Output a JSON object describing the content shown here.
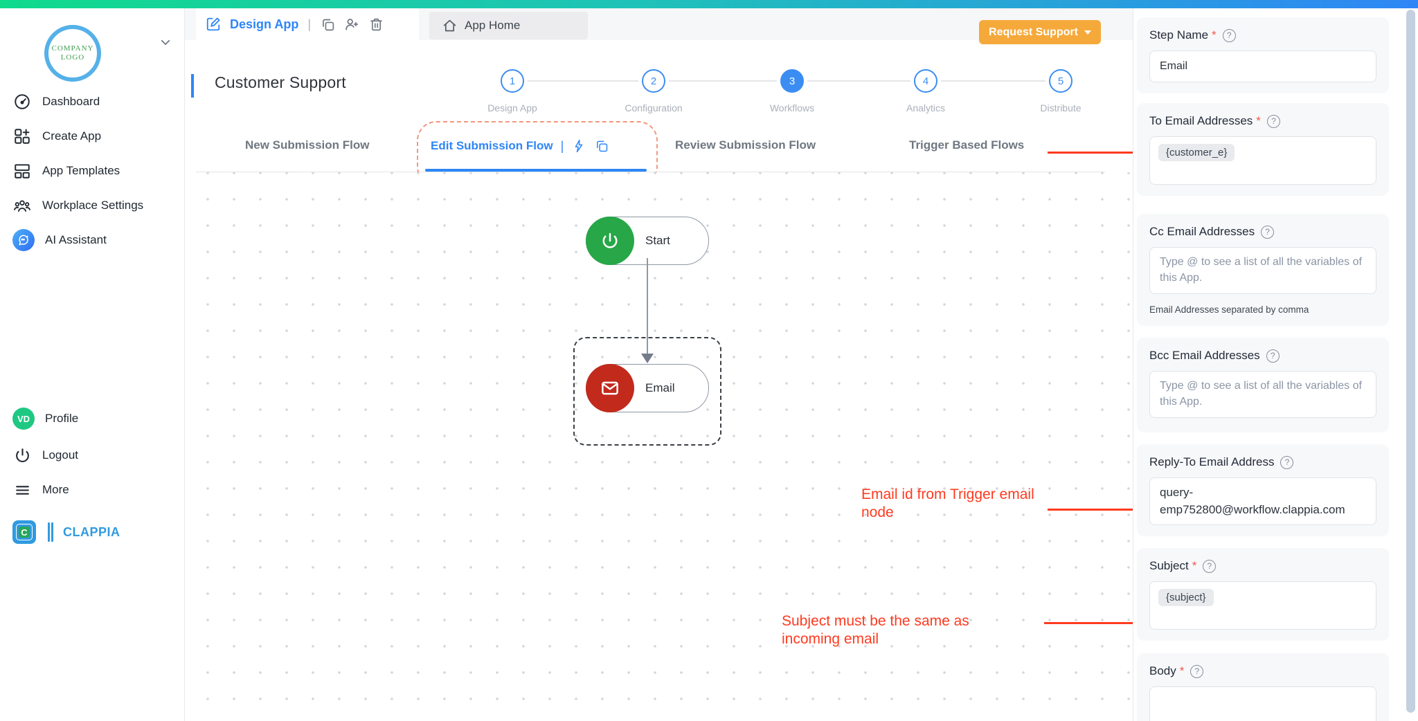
{
  "colors": {
    "accent": "#2e86f7",
    "annotation": "#ff3a1f",
    "request_btn": "#f5a93a",
    "start_green": "#27a747",
    "email_red": "#c22a1c"
  },
  "sidebar": {
    "logo_line1": "COMPANY",
    "logo_line2": "LOGO",
    "items": [
      {
        "label": "Dashboard",
        "icon": "dashboard-gauge-icon"
      },
      {
        "label": "Create App",
        "icon": "create-app-icon"
      },
      {
        "label": "App Templates",
        "icon": "app-templates-icon"
      },
      {
        "label": "Workplace Settings",
        "icon": "workplace-settings-icon"
      },
      {
        "label": "AI Assistant",
        "icon": "ai-assistant-icon"
      }
    ],
    "profile": {
      "avatar_initials": "VD",
      "label": "Profile"
    },
    "logout_label": "Logout",
    "more_label": "More",
    "brand_name": "CLAPPIA"
  },
  "toolbar": {
    "design_app_label": "Design App",
    "app_home_label": "App Home",
    "request_support_label": "Request Support"
  },
  "header": {
    "title": "Customer Support",
    "steps": [
      {
        "num": "1",
        "label": "Design App"
      },
      {
        "num": "2",
        "label": "Configuration"
      },
      {
        "num": "3",
        "label": "Workflows"
      },
      {
        "num": "4",
        "label": "Analytics"
      },
      {
        "num": "5",
        "label": "Distribute"
      }
    ]
  },
  "tabs": {
    "tab1": "New Submission Flow",
    "tab2": "Edit Submission Flow",
    "tab3": "Review Submission Flow",
    "tab4": "Trigger Based Flows",
    "active": "Edit Submission Flow"
  },
  "canvas": {
    "start_node_label": "Start",
    "email_node_label": "Email",
    "annotation_email": "Email id from Trigger email node",
    "annotation_subject": "Subject must be the same as incoming email"
  },
  "panel": {
    "step_name": {
      "label": "Step Name",
      "required_mark": "*",
      "help": "?",
      "value": "Email"
    },
    "to_email": {
      "label": "To Email Addresses",
      "required_mark": "*",
      "help": "?",
      "chip": "{customer_e}"
    },
    "cc_email": {
      "label": "Cc Email Addresses",
      "help": "?",
      "placeholder": "Type @ to see a list of all the variables of this App.",
      "helper": "Email Addresses separated by comma"
    },
    "bcc_email": {
      "label": "Bcc Email Addresses",
      "help": "?",
      "placeholder": "Type @ to see a list of all the variables of this App."
    },
    "reply_to": {
      "label": "Reply-To Email Address",
      "help": "?",
      "value": "query-emp752800@workflow.clappia.com"
    },
    "subject": {
      "label": "Subject",
      "required_mark": "*",
      "help": "?",
      "chip": "{subject}"
    },
    "body": {
      "label": "Body",
      "required_mark": "*",
      "help": "?"
    }
  }
}
